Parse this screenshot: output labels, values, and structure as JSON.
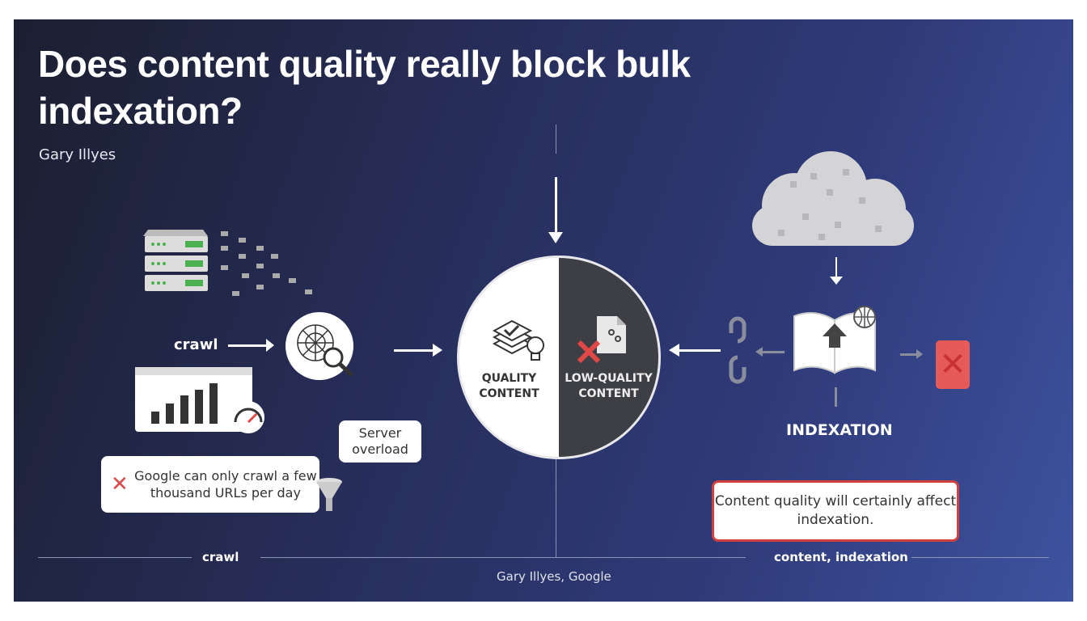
{
  "title": "Does content quality really block bulk indexation?",
  "author": "Gary Illyes",
  "crawl_label": "crawl",
  "server_overload": "Server overload",
  "crawl_limit_note": "Google can only crawl a few thousand URLs per day",
  "circle": {
    "left": "QUALITY CONTENT",
    "right": "LOW-QUALITY CONTENT"
  },
  "indexation_label": "INDEXATION",
  "conclusion": "Content quality will certainly affect indexation.",
  "footer": {
    "left": "crawl",
    "right": "content, indexation",
    "center": "Gary Illyes, Google"
  },
  "colors": {
    "red": "#e04848",
    "accent": "#3e52a0"
  }
}
